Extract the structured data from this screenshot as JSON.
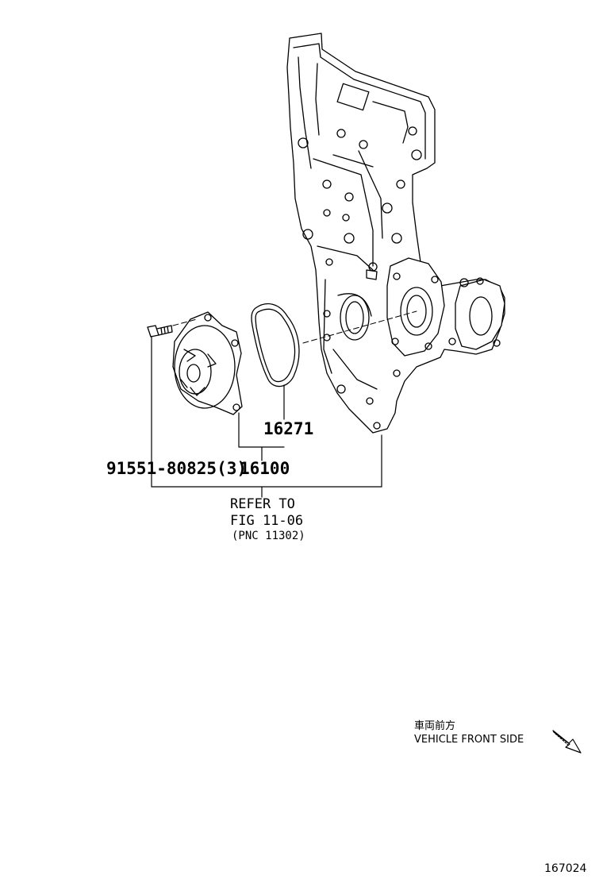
{
  "labels": {
    "gasket": "16271",
    "water_pump": "16100",
    "bolt": "91551-80825(3)",
    "refer_line1": "REFER TO",
    "refer_line2": "FIG 11-06",
    "refer_line3": "(PNC 11302)"
  },
  "front_indicator": {
    "japanese": "車両前方",
    "english": "VEHICLE FRONT SIDE"
  },
  "figure_number": "167024"
}
